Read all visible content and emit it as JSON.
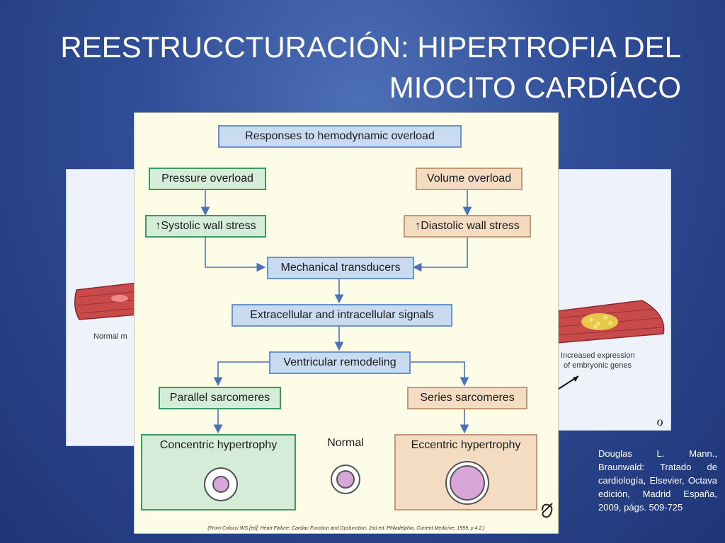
{
  "title": {
    "line1": "REESTRUCCTURACIÓN: HIPERTROFIA DEL",
    "line2": "MIOCITO CARDÍACO"
  },
  "background_panels": {
    "left_label": "Normal m",
    "right_label_line1": "Increased expression",
    "right_label_line2": "of embryonic genes"
  },
  "diagram": {
    "header": "Responses to hemodynamic overload",
    "pressure_overload": "Pressure overload",
    "volume_overload": "Volume overload",
    "systolic_wall_stress": "↑Systolic wall stress",
    "diastolic_wall_stress": "↑Diastolic wall stress",
    "mechanical_transducers": "Mechanical transducers",
    "signals": "Extracellular and intracellular signals",
    "ventricular_remodeling": "Ventricular remodeling",
    "parallel_sarcomeres": "Parallel sarcomeres",
    "series_sarcomeres": "Series sarcomeres",
    "concentric_hypertrophy": "Concentric hypertrophy",
    "normal": "Normal",
    "eccentric_hypertrophy": "Eccentric hypertrophy",
    "caption": "(From Colucci WS [ed]: Heart Failure: Cardiac Function and Dysfunction. 2nd ed. Philadelphia, Current Medicine, 1999, p 4.2.)"
  },
  "reference": "Douglas L. Mann., Braunwald: Tratado de cardiología, Elsevier, Octava edición, Madrid España, 2009, págs. 509-725",
  "colors": {
    "blue_box": "#c9dbf1",
    "green_box": "#d4ecd8",
    "tan_box": "#f4dcc2",
    "arrow": "#4a72b8",
    "diagram_bg": "#fdfce7"
  }
}
